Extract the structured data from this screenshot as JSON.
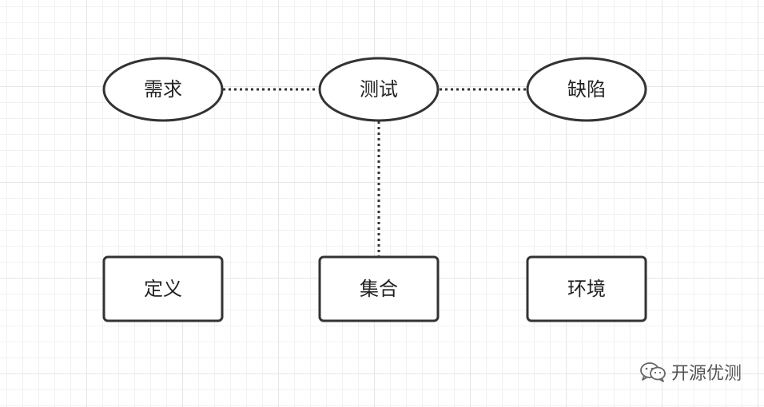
{
  "diagram": {
    "nodes": [
      {
        "id": "requirement",
        "label": "需求",
        "shape": "ellipse"
      },
      {
        "id": "test",
        "label": "测试",
        "shape": "ellipse"
      },
      {
        "id": "defect",
        "label": "缺陷",
        "shape": "ellipse"
      },
      {
        "id": "definition",
        "label": "定义",
        "shape": "rect"
      },
      {
        "id": "suite",
        "label": "集合",
        "shape": "rect"
      },
      {
        "id": "environment",
        "label": "环境",
        "shape": "rect"
      }
    ],
    "edges": [
      {
        "from": "requirement",
        "to": "test",
        "style": "dotted"
      },
      {
        "from": "test",
        "to": "defect",
        "style": "dotted"
      },
      {
        "from": "test",
        "to": "suite",
        "style": "dotted"
      }
    ]
  },
  "watermark": {
    "icon": "wechat-icon",
    "text": "开源优测"
  },
  "colors": {
    "stroke": "#333333",
    "text": "#222222",
    "grid": "#e6e6e6"
  }
}
